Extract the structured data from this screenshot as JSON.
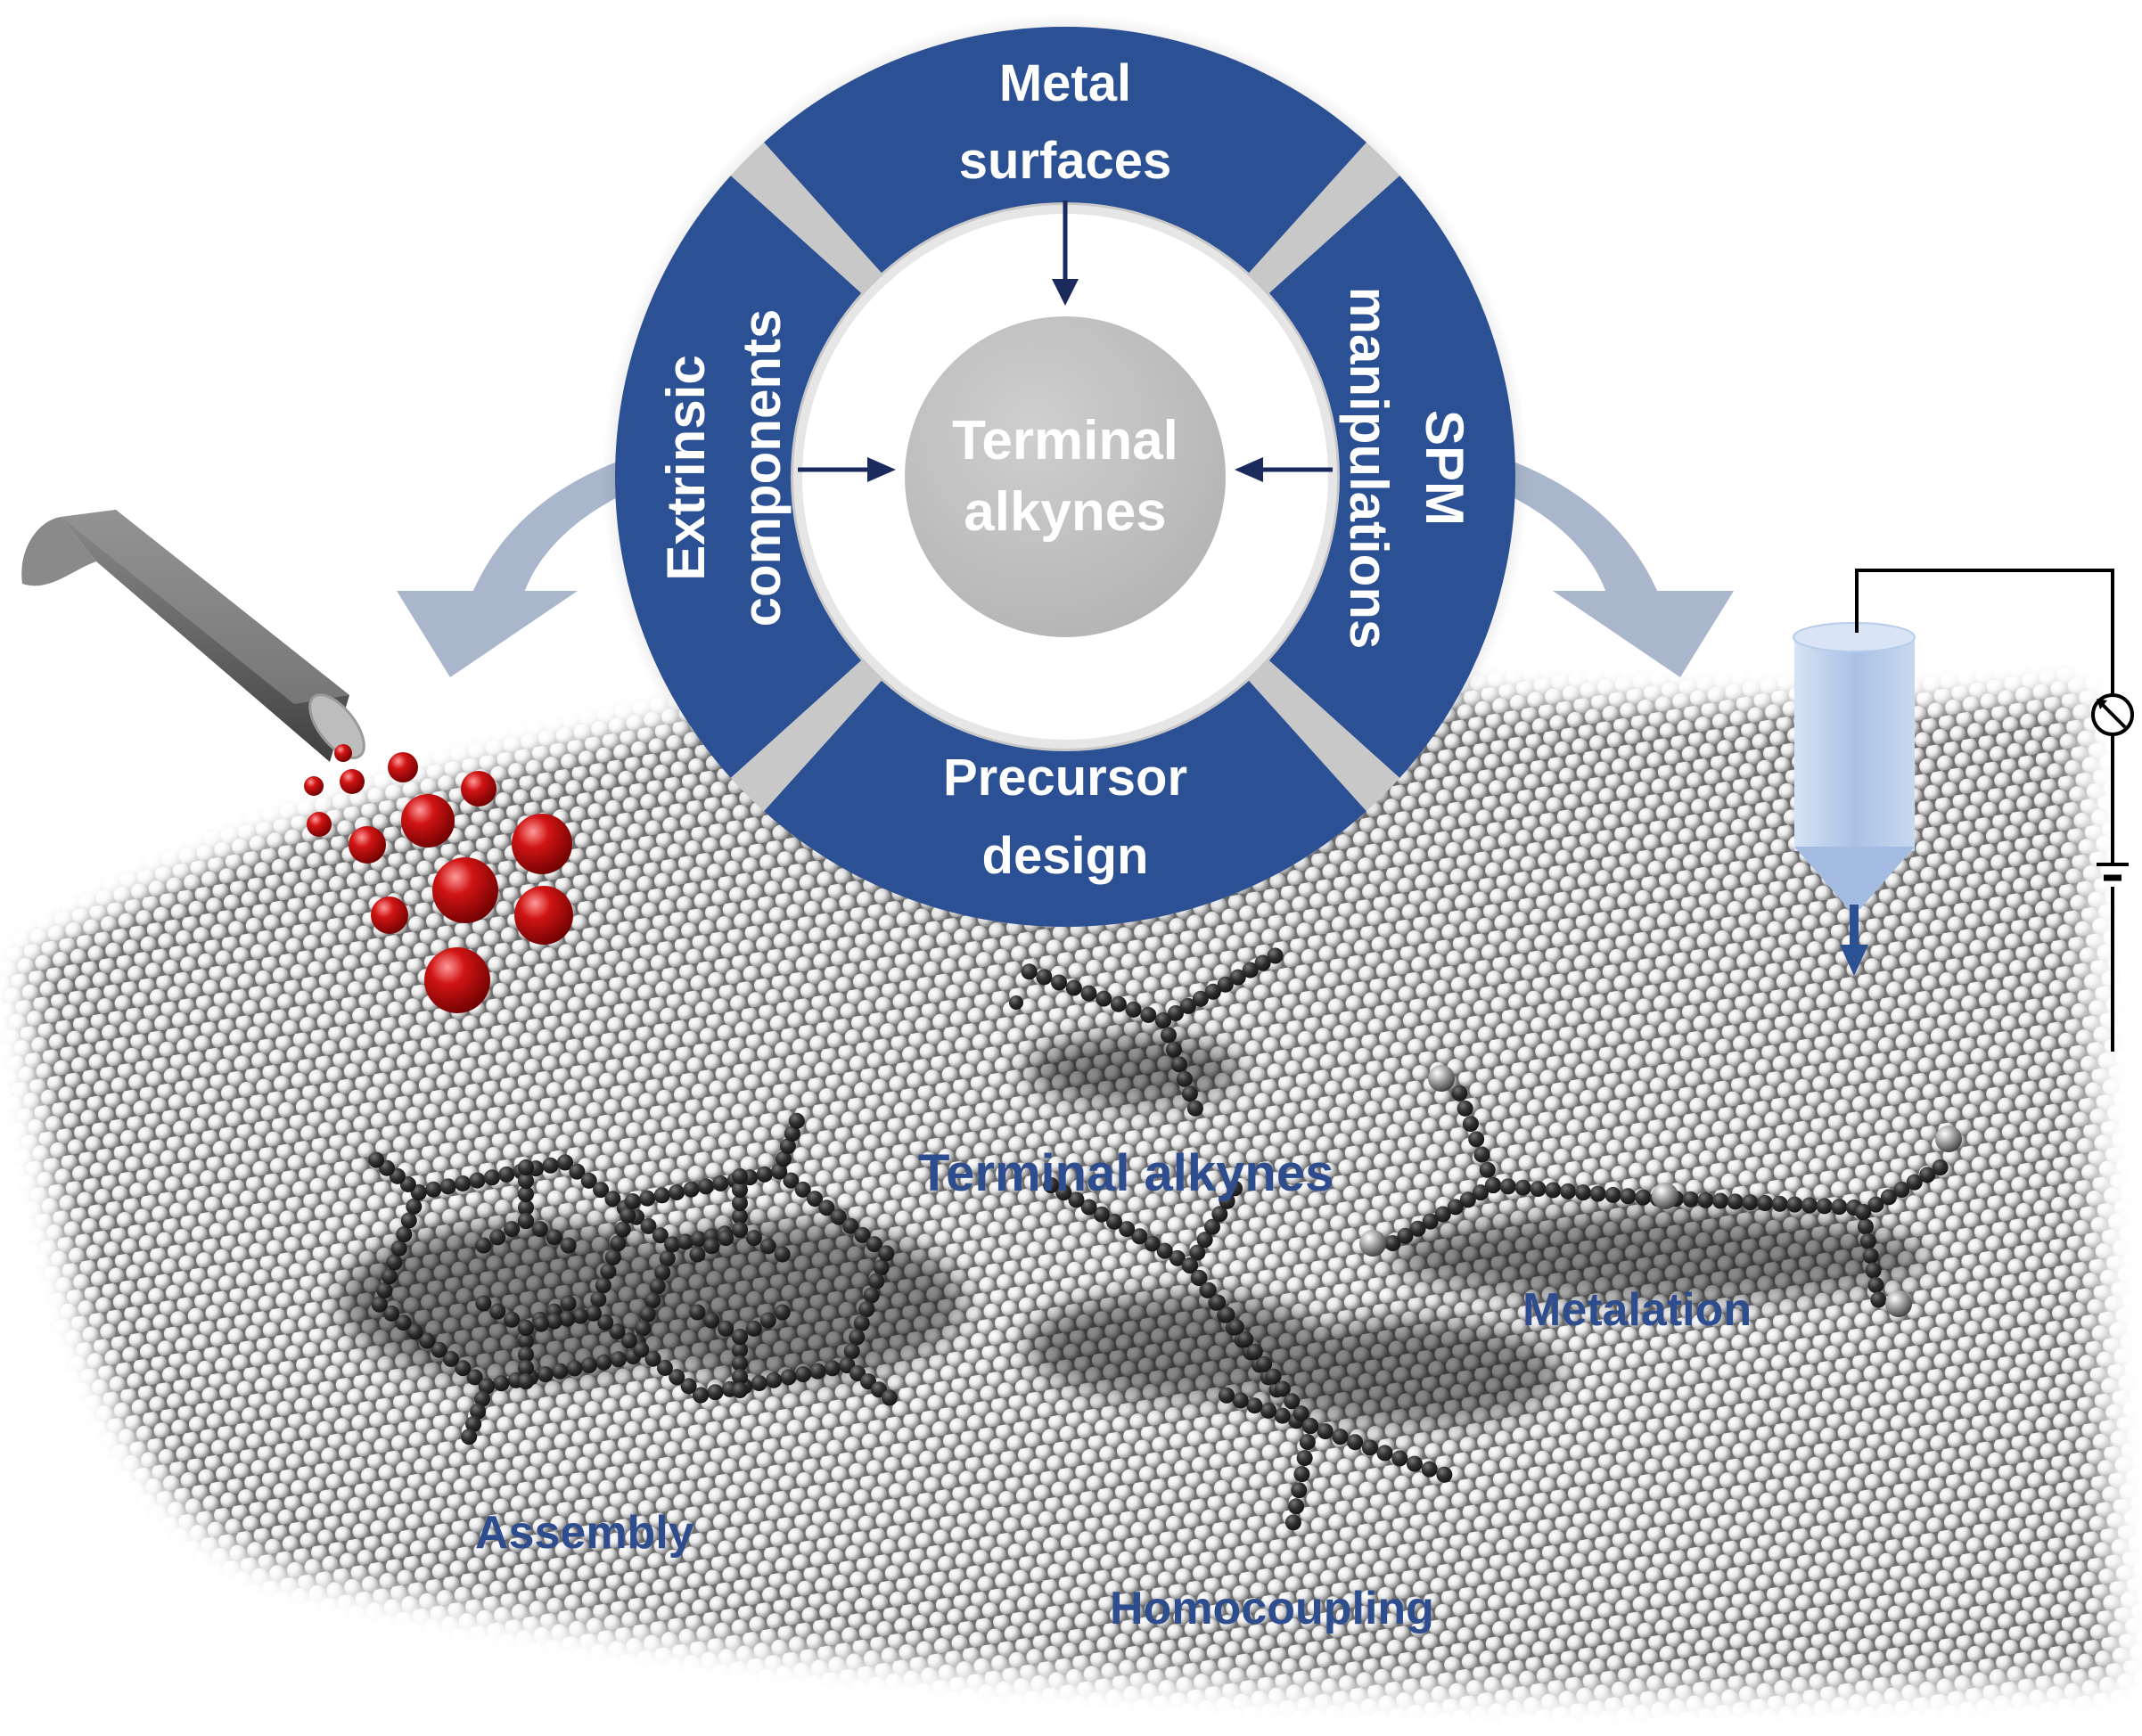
{
  "ring": {
    "top": [
      "Metal",
      "surfaces"
    ],
    "left": [
      "Extrinsic",
      "components"
    ],
    "right": [
      "SPM",
      "manipulations"
    ],
    "bottom": [
      "Precursor",
      "design"
    ],
    "center": [
      "Terminal",
      "alkynes"
    ]
  },
  "labels": {
    "terminal": "Terminal alkynes",
    "metalation": "Metalation",
    "assembly": "Assembly",
    "homocoupling": "Homocoupling"
  },
  "colors": {
    "ring_blue": "#2C5094",
    "center_gray": "#BDBDBD",
    "label_blue": "#2E4D8F",
    "arrow_light": "#A9B6CC",
    "atom_red": "#C00000",
    "molecule_dark": "#333333",
    "tip_blue": "#B7CCEB"
  }
}
